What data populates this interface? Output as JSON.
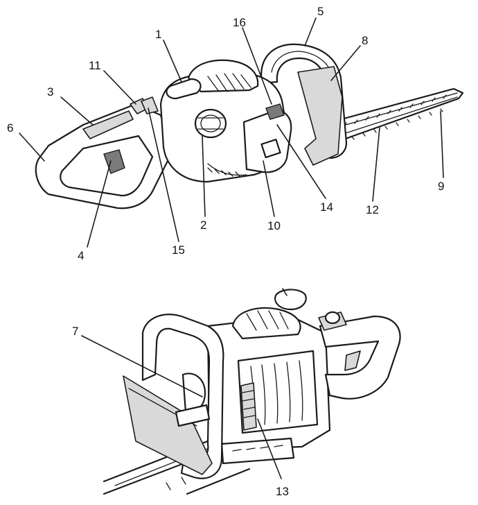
{
  "callouts": [
    {
      "id": "c1",
      "text": "1"
    },
    {
      "id": "c2",
      "text": "2"
    },
    {
      "id": "c3",
      "text": "3"
    },
    {
      "id": "c4",
      "text": "4"
    },
    {
      "id": "c5",
      "text": "5"
    },
    {
      "id": "c6",
      "text": "6"
    },
    {
      "id": "c7",
      "text": "7"
    },
    {
      "id": "c8",
      "text": "8"
    },
    {
      "id": "c9",
      "text": "9"
    },
    {
      "id": "c10",
      "text": "10"
    },
    {
      "id": "c11",
      "text": "11"
    },
    {
      "id": "c12",
      "text": "12"
    },
    {
      "id": "c13",
      "text": "13"
    },
    {
      "id": "c14",
      "text": "14"
    },
    {
      "id": "c15",
      "text": "15"
    },
    {
      "id": "c16",
      "text": "16"
    }
  ],
  "colors": {
    "line": "#1a1a1a",
    "fill": "#ffffff",
    "shade": "#d9d9d9"
  }
}
